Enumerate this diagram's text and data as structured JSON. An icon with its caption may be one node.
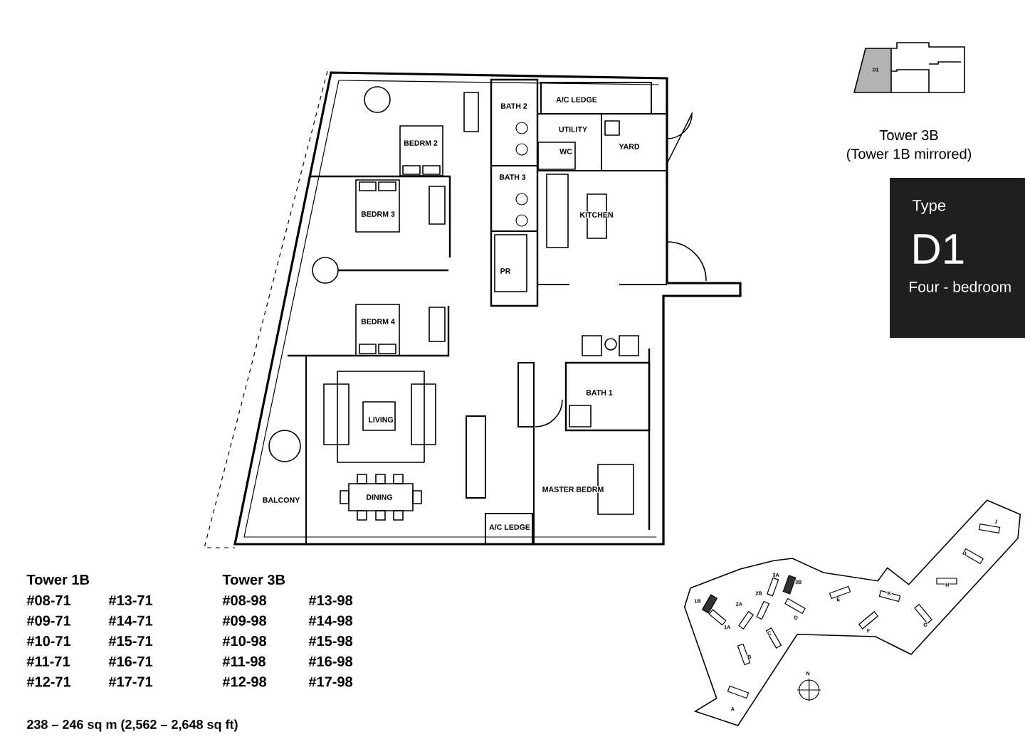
{
  "diagram": {
    "nodes": [
      {
        "text": [
          "Type",
          "D1",
          "Four - bedroom"
        ]
      },
      {
        "text": [
          "D1"
        ]
      }
    ],
    "labels": [
      "A/C LEDGE",
      "BATH 2",
      "UTILITY",
      "BEDRM 2",
      "WC",
      "YARD",
      "BATH 3",
      "BEDRM 3",
      "KITCHEN",
      "PR",
      "BEDRM 4",
      "BATH 1",
      "LIVING",
      "MASTER BEDRM",
      "BALCONY",
      "DINING",
      "A/C LEDGE",
      "Tower 3B",
      "(Tower 1B mirrored)",
      "Tower 1B",
      "Tower 3B",
      "#08-71",
      "#13-71",
      "#08-98",
      "#13-98",
      "#09-71",
      "#14-71",
      "#09-98",
      "#14-98",
      "#10-71",
      "#15-71",
      "#10-98",
      "#15-98",
      "#11-71",
      "#16-71",
      "#11-98",
      "#16-98",
      "#12-71",
      "#17-71",
      "#12-98",
      "#17-98",
      "238 – 246 sq m (2,562 – 2,648 sq ft)",
      "3A",
      "3B",
      "1B",
      "2B",
      "2A",
      "E",
      "K",
      "J",
      "I",
      "H",
      "D",
      "1A",
      "C",
      "F",
      "G",
      "B",
      "A",
      "N"
    ]
  }
}
